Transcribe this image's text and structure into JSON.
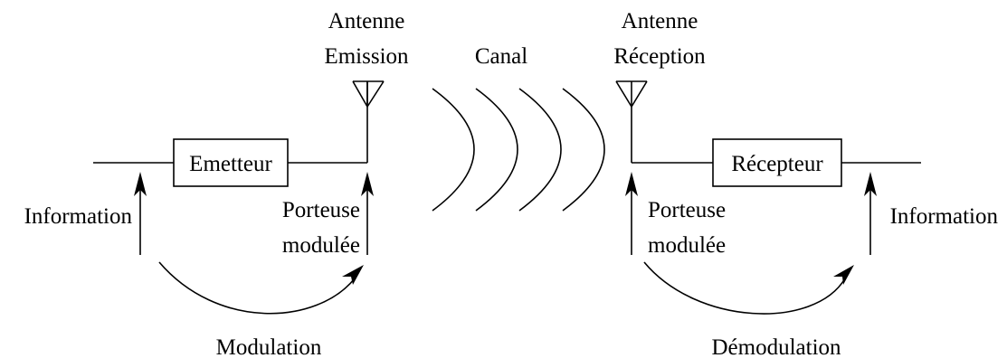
{
  "diagram": {
    "labels": {
      "antenna_emission": [
        "Antenne",
        "Emission"
      ],
      "channel": "Canal",
      "antenna_reception": [
        "Antenne",
        "Réception"
      ],
      "emitter": "Emetteur",
      "receiver": "Récepteur",
      "information_left": "Information",
      "information_right": "Information",
      "carrier_left": [
        "Porteuse",
        "modulée"
      ],
      "carrier_right": [
        "Porteuse",
        "modulée"
      ],
      "modulation": "Modulation",
      "demodulation": "Démodulation"
    }
  }
}
